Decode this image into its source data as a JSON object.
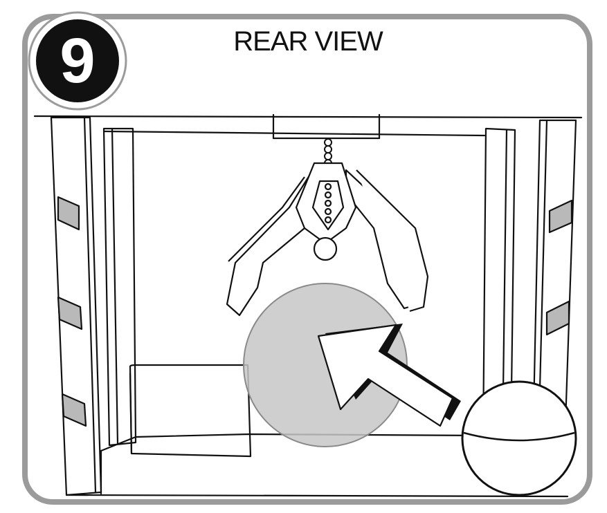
{
  "step": {
    "number": "9",
    "title": "REAR VIEW"
  },
  "colors": {
    "frame_border": "#9b9b9b",
    "line": "#111111",
    "highlight_circle": "#c7c7c7",
    "badge_fill": "#111111",
    "badge_ring": "#ffffff"
  },
  "icons": {
    "badge": "step-number-badge",
    "arrow": "pointer-arrow",
    "ball": "ball-icon",
    "claw": "claw-icon"
  }
}
